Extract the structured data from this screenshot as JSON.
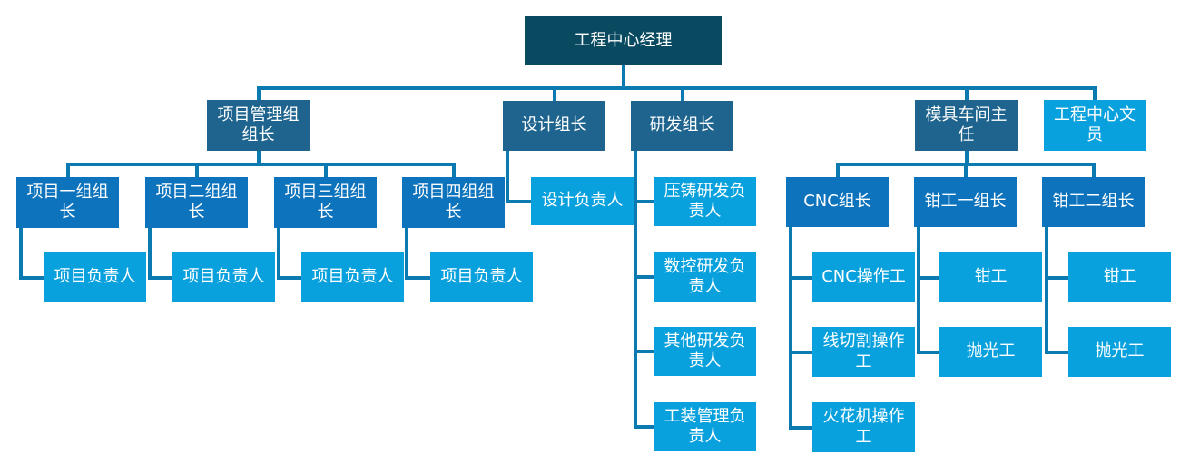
{
  "colors": {
    "level1_fill": "#094a61",
    "level2_fill": "#1e648e",
    "level3_fill": "#0d73bd",
    "level4_fill": "#09a1dd",
    "connector": "#0b7ab1",
    "text": "#ffffff",
    "background": "#ffffff"
  },
  "org_chart": {
    "type": "org-chart",
    "nodes": [
      {
        "id": "manager",
        "label": "工程中心经理",
        "level": 1,
        "parent": null
      },
      {
        "id": "project-mgmt-leader",
        "label": "项目管理组组长",
        "level": 2,
        "parent": "manager"
      },
      {
        "id": "design-leader",
        "label": "设计组长",
        "level": 2,
        "parent": "manager"
      },
      {
        "id": "rnd-leader",
        "label": "研发组长",
        "level": 2,
        "parent": "manager"
      },
      {
        "id": "mold-workshop-director",
        "label": "模具车间主任",
        "level": 2,
        "parent": "manager"
      },
      {
        "id": "center-clerk",
        "label": "工程中心文员",
        "level": 4,
        "parent": "manager"
      },
      {
        "id": "project-group1-leader",
        "label": "项目一组组长",
        "level": 3,
        "parent": "project-mgmt-leader"
      },
      {
        "id": "project-group2-leader",
        "label": "项目二组组长",
        "level": 3,
        "parent": "project-mgmt-leader"
      },
      {
        "id": "project-group3-leader",
        "label": "项目三组组长",
        "level": 3,
        "parent": "project-mgmt-leader"
      },
      {
        "id": "project-group4-leader",
        "label": "项目四组组长",
        "level": 3,
        "parent": "project-mgmt-leader"
      },
      {
        "id": "project-lead1",
        "label": "项目负责人",
        "level": 4,
        "parent": "project-group1-leader"
      },
      {
        "id": "project-lead2",
        "label": "项目负责人",
        "level": 4,
        "parent": "project-group2-leader"
      },
      {
        "id": "project-lead3",
        "label": "项目负责人",
        "level": 4,
        "parent": "project-group3-leader"
      },
      {
        "id": "project-lead4",
        "label": "项目负责人",
        "level": 4,
        "parent": "project-group4-leader"
      },
      {
        "id": "design-lead",
        "label": "设计负责人",
        "level": 4,
        "parent": "design-leader"
      },
      {
        "id": "diecast-rnd-lead",
        "label": "压铸研发负责人",
        "level": 4,
        "parent": "rnd-leader"
      },
      {
        "id": "cnc-rnd-lead",
        "label": "数控研发负责人",
        "level": 4,
        "parent": "rnd-leader"
      },
      {
        "id": "other-rnd-lead",
        "label": "其他研发负责人",
        "level": 4,
        "parent": "rnd-leader"
      },
      {
        "id": "tooling-mgmt-lead",
        "label": "工装管理负责人",
        "level": 4,
        "parent": "rnd-leader"
      },
      {
        "id": "cnc-leader",
        "label": "CNC组长",
        "level": 3,
        "parent": "mold-workshop-director"
      },
      {
        "id": "fitter-group1-leader",
        "label": "钳工一组长",
        "level": 3,
        "parent": "mold-workshop-director"
      },
      {
        "id": "fitter-group2-leader",
        "label": "钳工二组长",
        "level": 3,
        "parent": "mold-workshop-director"
      },
      {
        "id": "cnc-operator",
        "label": "CNC操作工",
        "level": 4,
        "parent": "cnc-leader"
      },
      {
        "id": "wirecut-operator",
        "label": "线切割操作工",
        "level": 4,
        "parent": "cnc-leader"
      },
      {
        "id": "edm-operator",
        "label": "火花机操作工",
        "level": 4,
        "parent": "cnc-leader"
      },
      {
        "id": "fitter1",
        "label": "钳工",
        "level": 4,
        "parent": "fitter-group1-leader"
      },
      {
        "id": "polisher1",
        "label": "抛光工",
        "level": 4,
        "parent": "fitter-group1-leader"
      },
      {
        "id": "fitter2",
        "label": "钳工",
        "level": 4,
        "parent": "fitter-group2-leader"
      },
      {
        "id": "polisher2",
        "label": "抛光工",
        "level": 4,
        "parent": "fitter-group2-leader"
      }
    ]
  }
}
